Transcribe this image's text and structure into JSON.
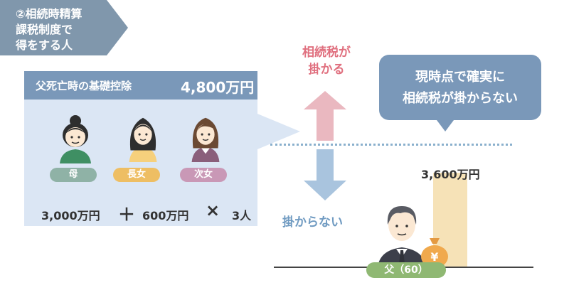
{
  "section": {
    "line1": "②相続時精算",
    "line2": "課税制度で",
    "line3": "得をする人"
  },
  "deduction": {
    "title": "父死亡時の基礎控除",
    "amount": "4,800万円",
    "heirs": [
      {
        "label": "母",
        "badge_color": "#8fb2a6"
      },
      {
        "label": "長女",
        "badge_color": "#eebe63"
      },
      {
        "label": "次女",
        "badge_color": "#c998b6"
      }
    ],
    "formula": {
      "base": "3,000万円",
      "plus": "＋",
      "per_heir": "600万円",
      "times": "×",
      "count": "3人"
    }
  },
  "tax": {
    "taxed_line1": "相続税が",
    "taxed_line2": "掛かる",
    "untaxed": "掛からない"
  },
  "callout": {
    "line1": "現時点で確実に",
    "line2": "相続税が掛からない"
  },
  "asset": {
    "amount": "3,600万円",
    "money_bag_symbol": "¥"
  },
  "father": {
    "label": "父（60）"
  },
  "colors": {
    "panel_header": "#7a98b9",
    "panel_bg": "#dbe6f4",
    "taxed": "#e0707f",
    "untaxed": "#6f9ac1",
    "bar": "#f6e2b7",
    "father_badge": "#8fb873"
  }
}
